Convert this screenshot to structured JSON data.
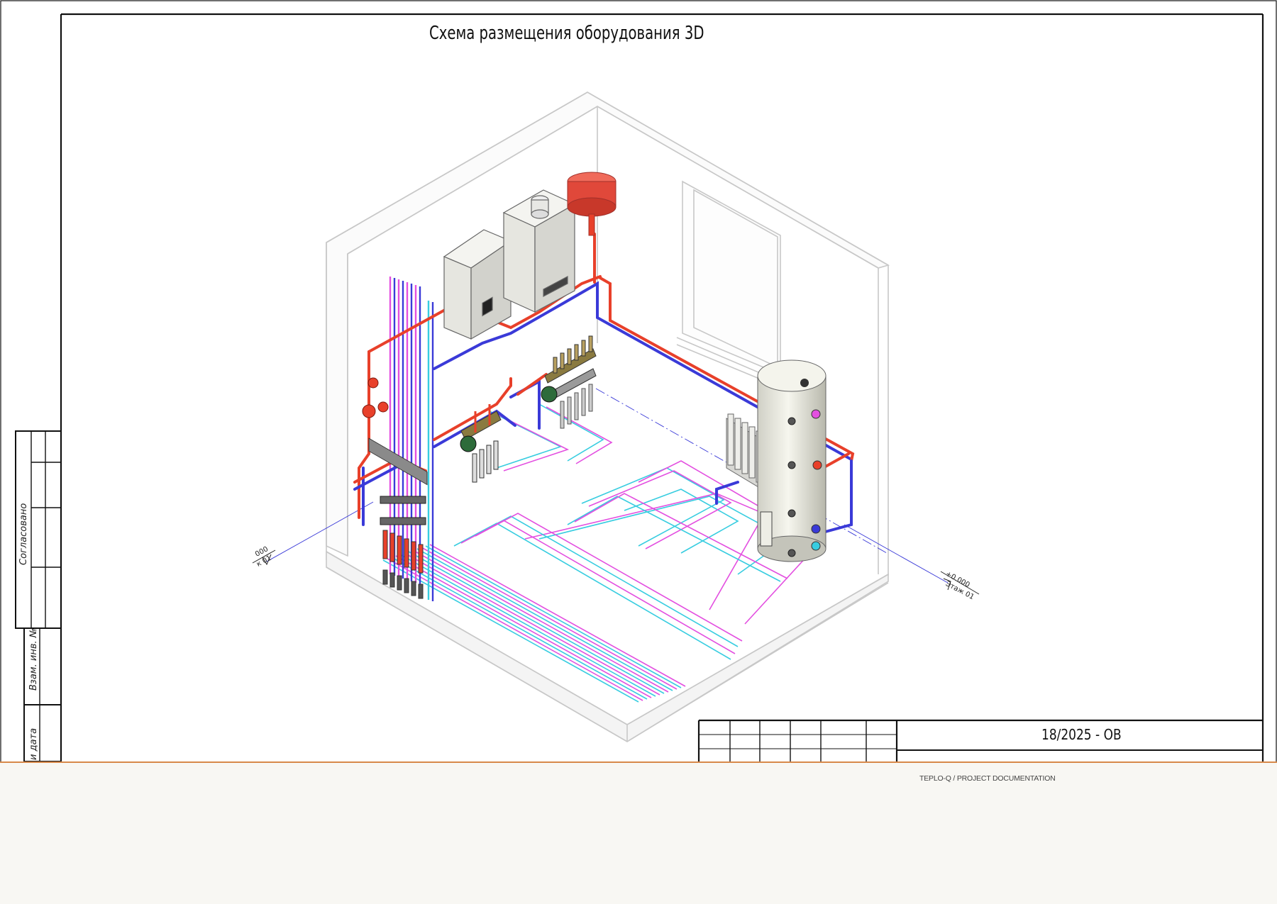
{
  "drawing": {
    "title": "Схема размещения оборудования 3D",
    "code": "18/2025 - ОВ",
    "side_labels": {
      "agreed": "Согласовано",
      "inv_no": "Взам. инв. №",
      "date": "и дата"
    },
    "level_marks": {
      "left": [
        "000",
        "к 01"
      ],
      "right": [
        "+0.000",
        "Этаж 01"
      ]
    }
  },
  "footer": {
    "text": "TEPLO-Q / PROJECT DOCUMENTATION"
  },
  "colors": {
    "supply": "#e8402a",
    "return": "#3a3ad8",
    "floor_loop_a": "#e34fe0",
    "floor_loop_b": "#38cde0",
    "expansion_tank": "#e0483a",
    "accent": "#d8894a"
  }
}
